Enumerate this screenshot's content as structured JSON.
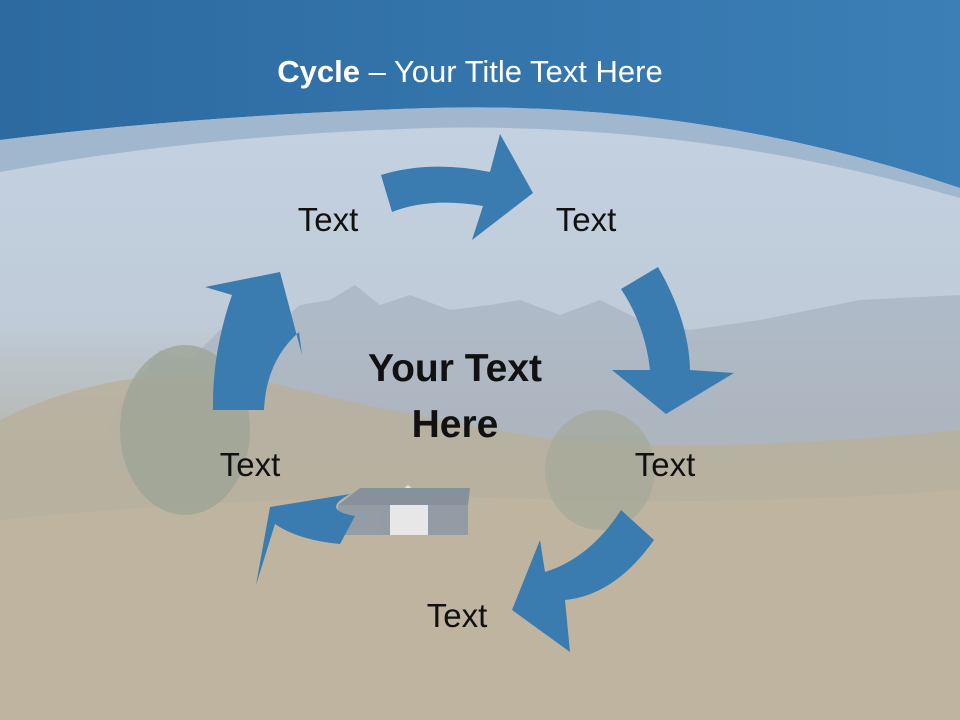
{
  "title": {
    "bold": "Cycle",
    "rest": " – Your Title Text Here"
  },
  "center_text": {
    "line1": "Your Text",
    "line2": "Here"
  },
  "cycle": {
    "steps": [
      "Text",
      "Text",
      "Text",
      "Text",
      "Text"
    ]
  },
  "colors": {
    "header_blue": "#2f72a7",
    "arrow_blue": "#3a7cb0",
    "sky": "#c3d2e3",
    "field": "#b0a894"
  }
}
